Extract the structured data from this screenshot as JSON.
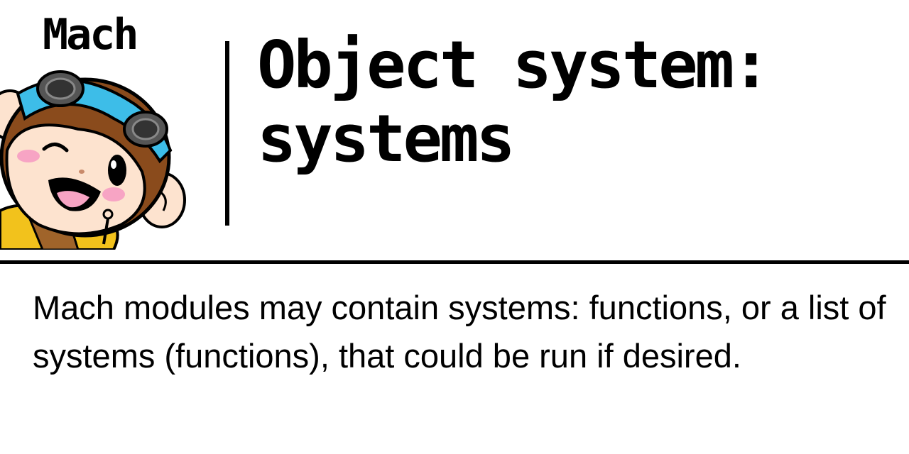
{
  "brand": {
    "name": "Mach",
    "mascot_icon": "monkey-mascot-icon"
  },
  "header": {
    "title": "Object system: systems"
  },
  "body": {
    "description": "Mach modules may contain systems: functions, or a list of systems (functions), that could be run if desired."
  },
  "colors": {
    "background": "#ffffff",
    "text": "#000000",
    "goggle_band": "#3dbde8",
    "fur": "#8a4b1c",
    "face": "#fde3cf",
    "cheek": "#f7a4c4",
    "jacket": "#f2c21c"
  }
}
